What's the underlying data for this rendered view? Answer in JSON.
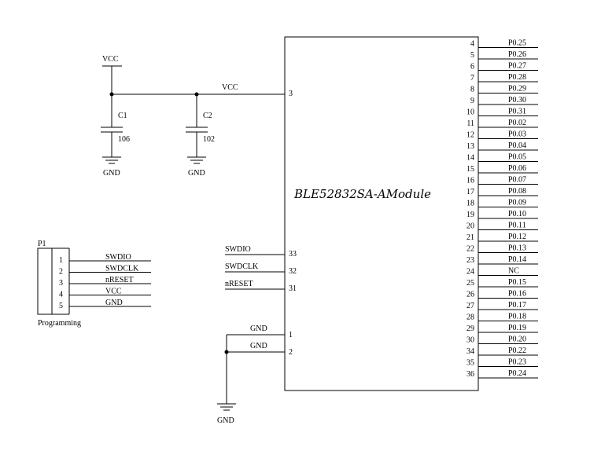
{
  "module": {
    "name": "BLE52832SA-AModule",
    "vcc_pin": "3",
    "left_pins": [
      {
        "net": "SWDIO",
        "pin": "33"
      },
      {
        "net": "SWDCLK",
        "pin": "32"
      },
      {
        "net": "nRESET",
        "pin": "31"
      }
    ],
    "gnd_pins": [
      {
        "net": "GND",
        "pin": "1"
      },
      {
        "net": "GND",
        "pin": "2"
      }
    ],
    "right_pins": [
      {
        "pin": "4",
        "net": "P0.25"
      },
      {
        "pin": "5",
        "net": "P0.26"
      },
      {
        "pin": "6",
        "net": "P0.27"
      },
      {
        "pin": "7",
        "net": "P0.28"
      },
      {
        "pin": "8",
        "net": "P0.29"
      },
      {
        "pin": "9",
        "net": "P0.30"
      },
      {
        "pin": "10",
        "net": "P0.31"
      },
      {
        "pin": "11",
        "net": "P0.02"
      },
      {
        "pin": "12",
        "net": "P0.03"
      },
      {
        "pin": "13",
        "net": "P0.04"
      },
      {
        "pin": "14",
        "net": "P0.05"
      },
      {
        "pin": "15",
        "net": "P0.06"
      },
      {
        "pin": "16",
        "net": "P0.07"
      },
      {
        "pin": "17",
        "net": "P0.08"
      },
      {
        "pin": "18",
        "net": "P0.09"
      },
      {
        "pin": "19",
        "net": "P0.10"
      },
      {
        "pin": "20",
        "net": "P0.11"
      },
      {
        "pin": "21",
        "net": "P0.12"
      },
      {
        "pin": "22",
        "net": "P0.13"
      },
      {
        "pin": "23",
        "net": "P0.14"
      },
      {
        "pin": "24",
        "net": "NC"
      },
      {
        "pin": "25",
        "net": "P0.15"
      },
      {
        "pin": "26",
        "net": "P0.16"
      },
      {
        "pin": "27",
        "net": "P0.17"
      },
      {
        "pin": "28",
        "net": "P0.18"
      },
      {
        "pin": "29",
        "net": "P0.19"
      },
      {
        "pin": "30",
        "net": "P0.20"
      },
      {
        "pin": "34",
        "net": "P0.22"
      },
      {
        "pin": "35",
        "net": "P0.23"
      },
      {
        "pin": "36",
        "net": "P0.24"
      }
    ]
  },
  "power": {
    "vcc_label": "VCC",
    "net_vcc_label": "VCC",
    "gnd_bottom_label": "GND",
    "c1": {
      "ref": "C1",
      "value": "106",
      "gnd": "GND"
    },
    "c2": {
      "ref": "C2",
      "value": "102",
      "gnd": "GND"
    }
  },
  "header": {
    "ref": "P1",
    "caption": "Programming",
    "pins": [
      {
        "num": "1",
        "net": "SWDIO"
      },
      {
        "num": "2",
        "net": "SWDCLK"
      },
      {
        "num": "3",
        "net": "nRESET"
      },
      {
        "num": "4",
        "net": "VCC"
      },
      {
        "num": "5",
        "net": "GND"
      }
    ]
  }
}
